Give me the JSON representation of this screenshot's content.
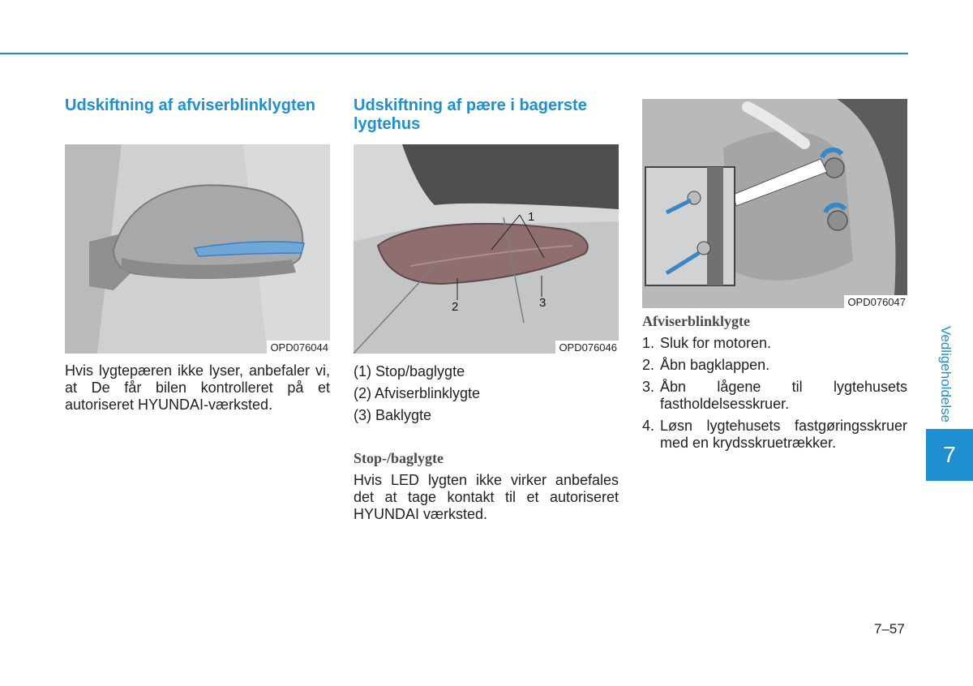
{
  "colors": {
    "accent": "#1e8fd0",
    "text": "#231f20",
    "figure_bg": "#c9cacc"
  },
  "col1": {
    "heading": "Udskiftning af afviserblinklygten",
    "figure_code": "OPD076044",
    "body": "Hvis lygtepæren ikke lyser, anbefaler vi, at De får bilen kontrolleret på et autoriseret HYUNDAI-værksted."
  },
  "col2": {
    "heading": "Udskiftning af pære i bagerste lygtehus",
    "figure_code": "OPD076046",
    "callouts": [
      "1",
      "2",
      "3"
    ],
    "items": [
      "(1) Stop/baglygte",
      "(2) Afviserblinklygte",
      "(3) Baklygte"
    ],
    "subheading": "Stop-/baglygte",
    "body": "Hvis LED lygten ikke virker anbefales det at tage kontakt til et autoriseret HYUNDAI værksted."
  },
  "col3": {
    "figure_code": "OPD076047",
    "subheading": "Afviserblinklygte",
    "steps": [
      {
        "num": "1.",
        "text": "Sluk for motoren."
      },
      {
        "num": "2.",
        "text": "Åbn bagklappen."
      },
      {
        "num": "3.",
        "text": "Åbn lågene til lygtehusets fastholdelsesskruer."
      },
      {
        "num": "4.",
        "text": "Løsn lygtehusets fastgøringsskruer med en krydsskruetrækker."
      }
    ]
  },
  "side_tab": {
    "label": "Vedligeholdelse",
    "chapter": "7"
  },
  "page_number": "7–57"
}
